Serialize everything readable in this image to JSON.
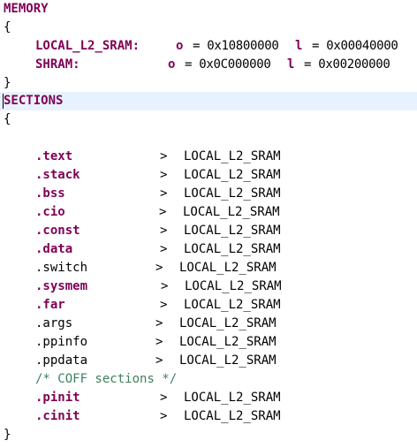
{
  "memory": {
    "keyword": "MEMORY",
    "open_brace": "{",
    "close_brace": "}",
    "regions": [
      {
        "name": "LOCAL_L2_SRAM:",
        "o_label": "o",
        "origin": "= 0x10800000",
        "l_label": "l",
        "length": "= 0x00040000"
      },
      {
        "name": "SHRAM:",
        "o_label": "o",
        "origin": "= 0x0C000000",
        "l_label": "l",
        "length": "= 0x00200000"
      }
    ]
  },
  "sections": {
    "keyword": "SECTIONS",
    "open_brace": "{",
    "close_brace": "}",
    "entries": [
      {
        "name": ".text",
        "arrow": ">",
        "target": "LOCAL_L2_SRAM"
      },
      {
        "name": ".stack",
        "arrow": ">",
        "target": "LOCAL_L2_SRAM"
      },
      {
        "name": ".bss",
        "arrow": ">",
        "target": "LOCAL_L2_SRAM"
      },
      {
        "name": ".cio",
        "arrow": ">",
        "target": "LOCAL_L2_SRAM"
      },
      {
        "name": ".const",
        "arrow": ">",
        "target": "LOCAL_L2_SRAM"
      },
      {
        "name": ".data",
        "arrow": ">",
        "target": "LOCAL_L2_SRAM"
      },
      {
        "name": ".switch",
        "arrow": ">",
        "target": "LOCAL_L2_SRAM"
      },
      {
        "name": ".sysmem",
        "arrow": ">",
        "target": "LOCAL_L2_SRAM"
      },
      {
        "name": ".far",
        "arrow": ">",
        "target": "LOCAL_L2_SRAM"
      },
      {
        "name": ".args",
        "arrow": ">",
        "target": "LOCAL_L2_SRAM"
      },
      {
        "name": ".ppinfo",
        "arrow": ">",
        "target": "LOCAL_L2_SRAM"
      },
      {
        "name": ".ppdata",
        "arrow": ">",
        "target": "LOCAL_L2_SRAM"
      }
    ],
    "comment": "/* COFF sections */",
    "coff_entries": [
      {
        "name": ".pinit",
        "arrow": ">",
        "target": "LOCAL_L2_SRAM"
      },
      {
        "name": ".cinit",
        "arrow": ">",
        "target": "LOCAL_L2_SRAM"
      }
    ]
  },
  "colors": {
    "keyword": "#7f0055",
    "comment": "#3f7f5f",
    "current_line": "#e8f2fe",
    "text": "#000000"
  }
}
